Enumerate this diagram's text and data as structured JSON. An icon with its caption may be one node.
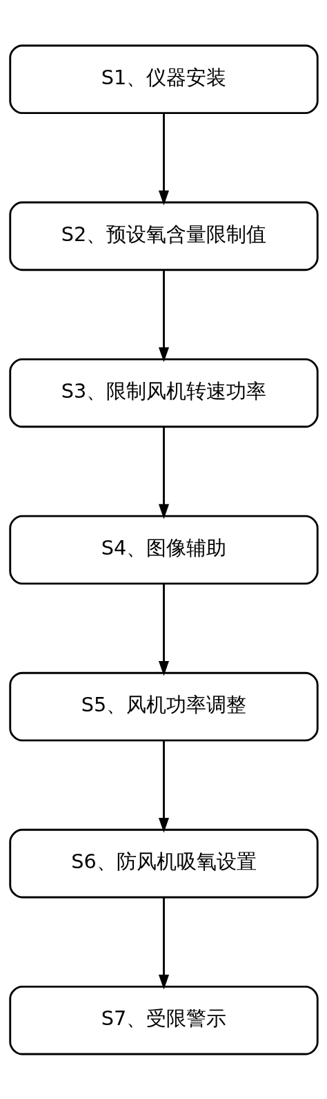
{
  "diagram": {
    "nodes": [
      {
        "text": [
          "S1、仪器安装"
        ]
      },
      {
        "text": [
          "S2、预设氧含量限制值"
        ]
      },
      {
        "text": [
          "S3、限制风机转速功率"
        ]
      },
      {
        "text": [
          "S4、图像辅助"
        ]
      },
      {
        "text": [
          "S5、风机功率调整"
        ]
      },
      {
        "text": [
          "S6、防风机吸氧设置"
        ]
      },
      {
        "text": [
          "S7、受限警示"
        ]
      }
    ],
    "edges": [
      {
        "from": 0,
        "to": 1,
        "arrow": "to"
      },
      {
        "from": 1,
        "to": 2,
        "arrow": "to"
      },
      {
        "from": 2,
        "to": 3,
        "arrow": "to"
      },
      {
        "from": 3,
        "to": 4,
        "arrow": "to"
      },
      {
        "from": 4,
        "to": 5,
        "arrow": "to"
      },
      {
        "from": 5,
        "to": 6,
        "arrow": "to"
      }
    ]
  }
}
